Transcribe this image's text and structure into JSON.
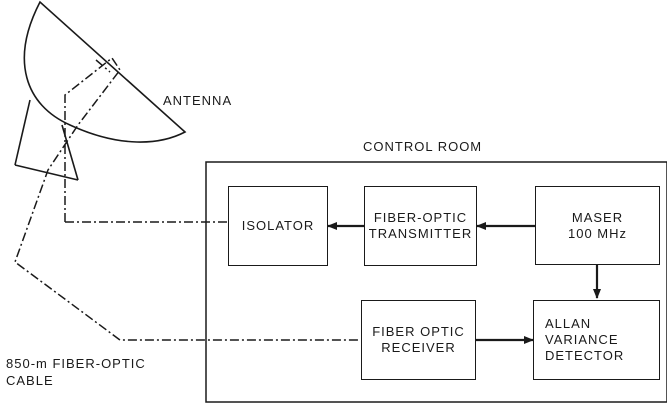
{
  "labels": {
    "antenna": "ANTENNA",
    "control_room": "CONTROL ROOM",
    "cable_line1": "850-m FIBER-OPTIC",
    "cable_line2": "CABLE"
  },
  "blocks": {
    "isolator": {
      "line1": "ISOLATOR"
    },
    "transmitter": {
      "line1": "FIBER-OPTIC",
      "line2": "TRANSMITTER"
    },
    "maser": {
      "line1": "MASER",
      "line2": "100 MHz"
    },
    "receiver": {
      "line1": "FIBER OPTIC",
      "line2": "RECEIVER"
    },
    "allan": {
      "line1": "ALLAN",
      "line2": "VARIANCE",
      "line3": "DETECTOR"
    }
  }
}
